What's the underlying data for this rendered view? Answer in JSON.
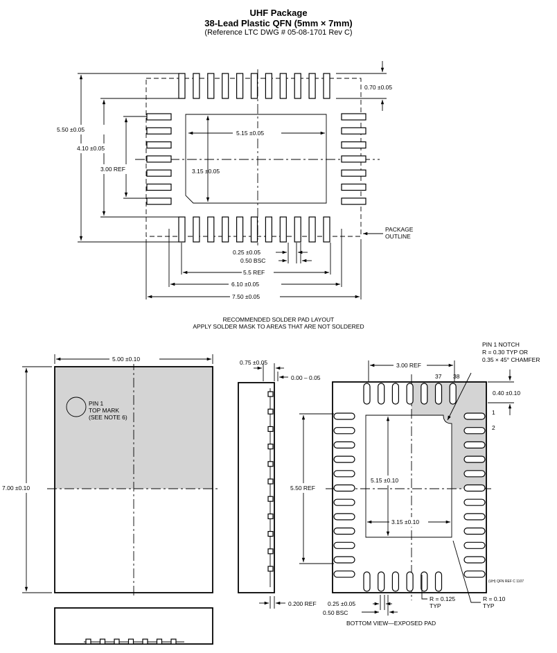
{
  "title": {
    "line1": "UHF Package",
    "line2": "38-Lead Plastic QFN (5mm × 7mm)",
    "line3": "(Reference LTC DWG # 05-08-1701 Rev C)"
  },
  "solder_layout": {
    "dim_total_height": "5.50 ±0.05",
    "dim_pad_span": "4.10 ±0.05",
    "dim_ref_vertical": "3.00 REF",
    "dim_pad_length": "0.70 ±0.05",
    "dim_ep_width": "5.15 ±0.05",
    "dim_ep_height": "3.15 ±0.05",
    "dim_pad_width": "0.25 ±0.05",
    "dim_pitch": "0.50 BSC",
    "dim_ref_horizontal": "5.5 REF",
    "dim_pad_span_h": "6.10 ±0.05",
    "dim_total_width": "7.50 ±0.05",
    "package_outline_1": "PACKAGE",
    "package_outline_2": "OUTLINE",
    "caption_1": "RECOMMENDED SOLDER PAD LAYOUT",
    "caption_2": "APPLY SOLDER MASK TO AREAS THAT ARE NOT SOLDERED"
  },
  "top_view": {
    "dim_width": "5.00 ±0.10",
    "dim_height": "7.00 ±0.10",
    "pin1_1": "PIN 1",
    "pin1_2": "TOP MARK",
    "pin1_3": "(SEE NOTE 6)"
  },
  "side_view": {
    "dim_thickness": "0.75 ±0.05",
    "dim_standoff": "0.00 – 0.05",
    "dim_lead_ref": "0.200 REF"
  },
  "bottom_view": {
    "notch_1": "PIN 1 NOTCH",
    "notch_2": "R = 0.30 TYP OR",
    "notch_3": "0.35 × 45° CHAMFER",
    "dim_ref_top": "3.00 REF",
    "pin_37": "37",
    "pin_38": "38",
    "pin_1": "1",
    "pin_2": "2",
    "dim_lead_len": "0.40 ±0.10",
    "dim_ref_left": "5.50 REF",
    "dim_ep_h": "5.15 ±0.10",
    "dim_ep_w": "3.15 ±0.10",
    "dim_lead_w": "0.25 ±0.05",
    "dim_pitch": "0.50 BSC",
    "r_small_1": "R = 0.125",
    "r_small_2": "TYP",
    "r_corner_1": "R = 0.10",
    "r_corner_2": "TYP",
    "drawing_ref": "(UH) QFN REF C 1107",
    "caption": "BOTTOM VIEW—EXPOSED PAD"
  }
}
